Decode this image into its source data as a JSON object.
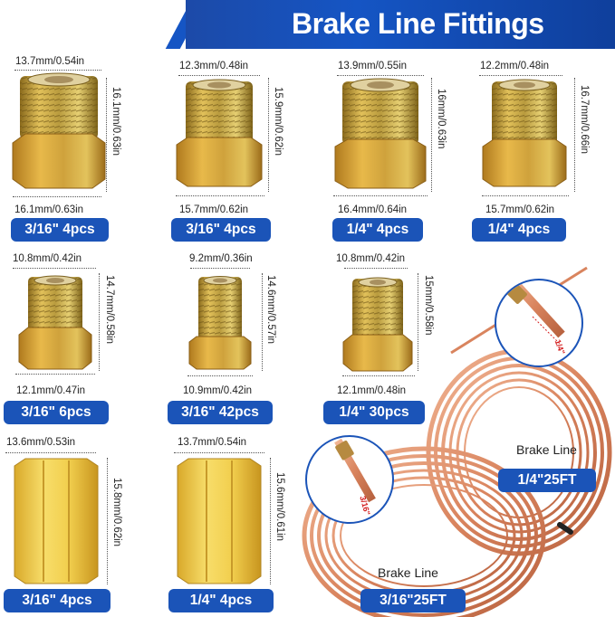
{
  "title": "Brake Line Fittings",
  "colors": {
    "accent": "#1b54b8",
    "badge_text": "#ffffff",
    "tag": "#d41f1f"
  },
  "fittings": [
    {
      "top": "13.7mm/0.54in",
      "side": "16.1mm/0.63in",
      "bottom": "16.1mm/0.63in",
      "badge": "3/16\" 4pcs"
    },
    {
      "top": "12.3mm/0.48in",
      "side": "15.9mm/0.62in",
      "bottom": "15.7mm/0.62in",
      "badge": "3/16\" 4pcs"
    },
    {
      "top": "13.9mm/0.55in",
      "side": "16mm/0.63in",
      "bottom": "16.4mm/0.64in",
      "badge": "1/4\" 4pcs"
    },
    {
      "top": "12.2mm/0.48in",
      "side": "16.7mm/0.66in",
      "bottom": "15.7mm/0.62in",
      "badge": "1/4\" 4pcs"
    },
    {
      "top": "10.8mm/0.42in",
      "side": "14.7mm/0.58in",
      "bottom": "12.1mm/0.47in",
      "badge": "3/16\" 6pcs"
    },
    {
      "top": "9.2mm/0.36in",
      "side": "14.6mm/0.57in",
      "bottom": "10.9mm/0.42in",
      "badge": "3/16\" 42pcs"
    },
    {
      "top": "10.8mm/0.42in",
      "side": "15mm/0.58in",
      "bottom": "12.1mm/0.48in",
      "badge": "1/4\" 30pcs"
    },
    {
      "top": "13.6mm/0.53in",
      "side": "15.8mm/0.62in",
      "bottom": "",
      "badge": "3/16\" 4pcs"
    },
    {
      "top": "13.7mm/0.54in",
      "side": "15.6mm/0.61in",
      "bottom": "",
      "badge": "1/4\" 4pcs"
    }
  ],
  "coils": [
    {
      "label": "Brake Line",
      "badge": "1/4\"25FT",
      "tag": "1/4\""
    },
    {
      "label": "Brake Line",
      "badge": "3/16\"25FT",
      "tag": "3/16\""
    }
  ]
}
